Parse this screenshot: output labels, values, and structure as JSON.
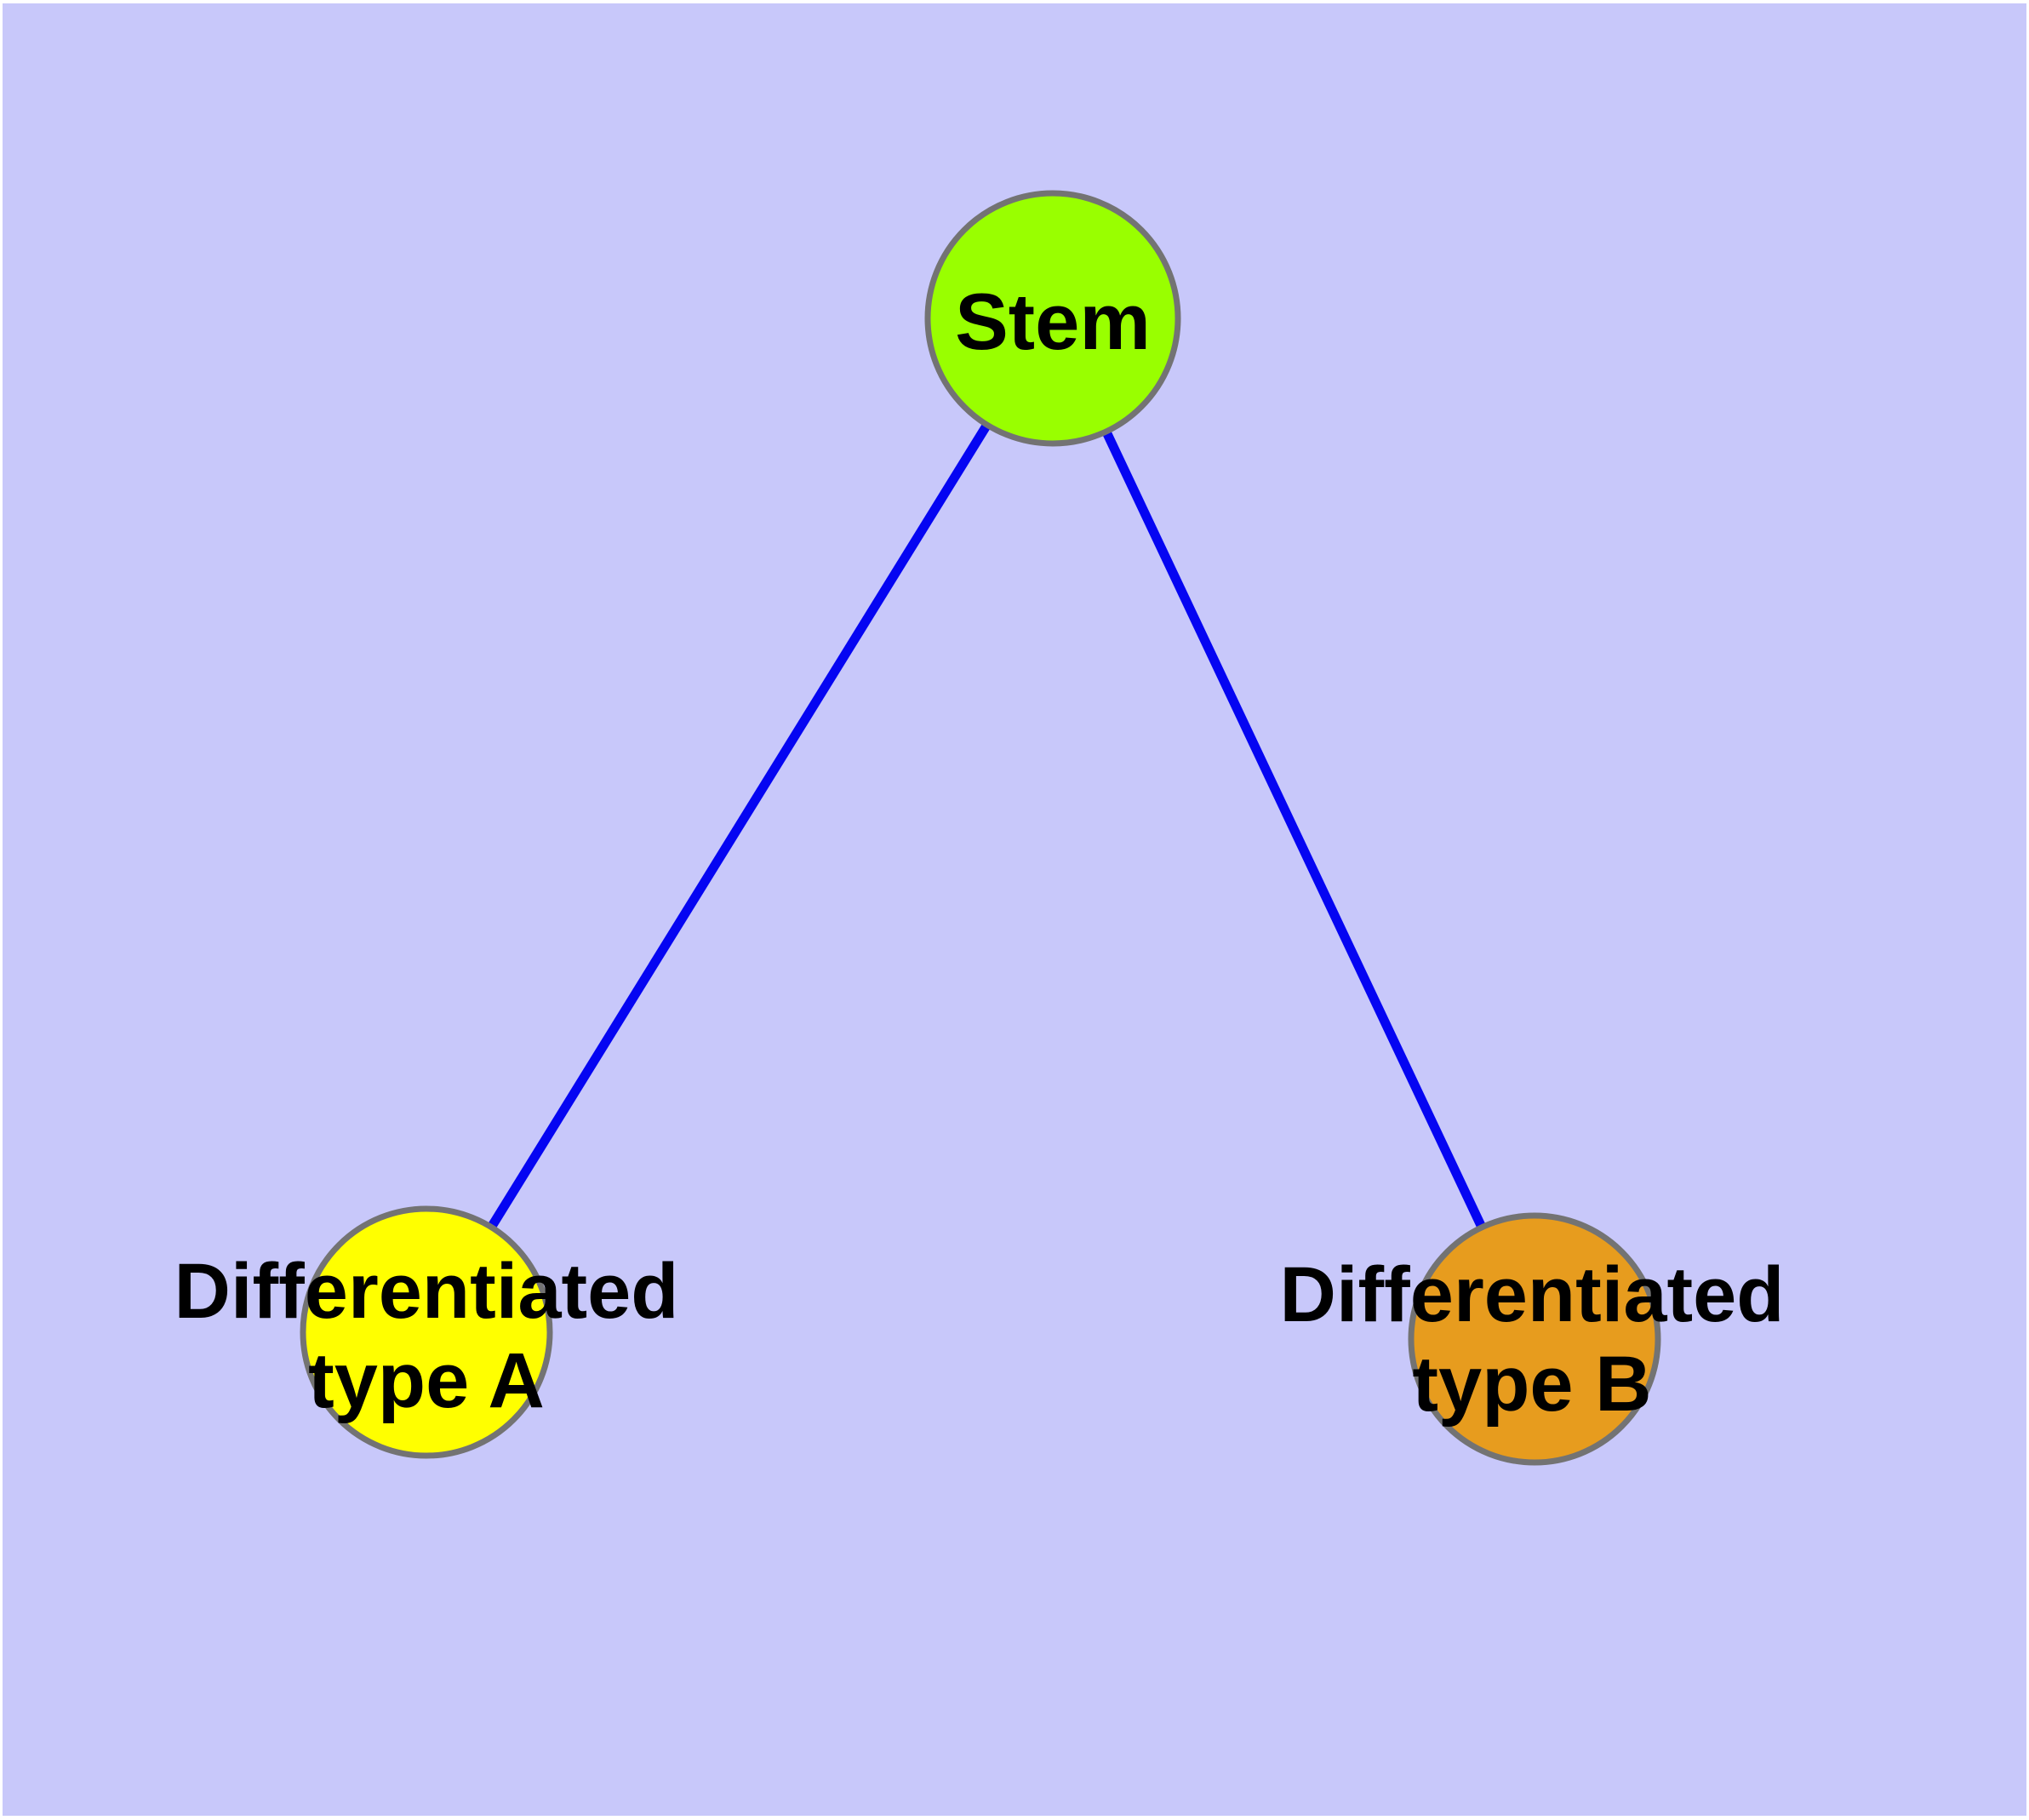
{
  "diagram": {
    "type": "graph",
    "background_color": "#c8c8fa",
    "page_border_color": "#ffffff",
    "edge_color": "#0505f2",
    "node_border_color": "#737373",
    "text_color": "#000000",
    "nodes": [
      {
        "id": "stem",
        "label": "Stem",
        "fill": "#99ff00"
      },
      {
        "id": "differentiated-type-a",
        "label_line1": "Differentiated",
        "label_line2": "type A",
        "fill": "#ffff00"
      },
      {
        "id": "differentiated-type-b",
        "label_line1": "Differentiated",
        "label_line2": "type B",
        "fill": "#e79c1e"
      }
    ],
    "edges": [
      {
        "from": "Stem",
        "to": "Differentiated type A"
      },
      {
        "from": "Stem",
        "to": "Differentiated type B"
      }
    ]
  }
}
